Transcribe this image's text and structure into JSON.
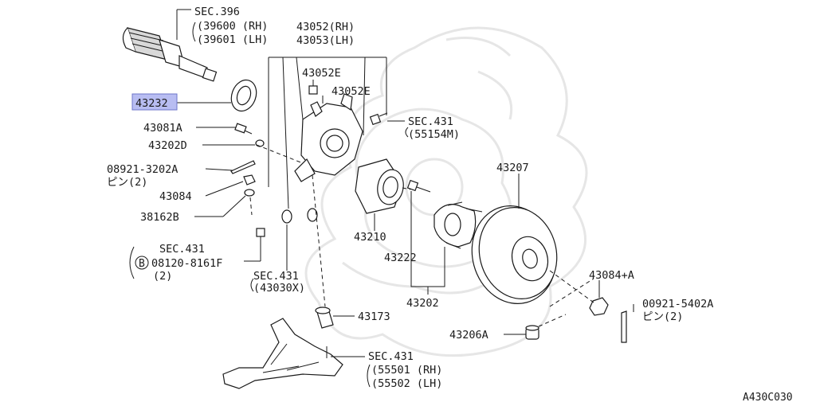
{
  "labels": {
    "sec396": "SEC.396",
    "p39600": "(39600 (RH)",
    "p39601": "(39601 (LH)",
    "p43052": "43052(RH)",
    "p43053": "43053(LH)",
    "p43052e_a": "43052E",
    "p43052e_b": "43052E",
    "p43232": "43232",
    "p43081a": "43081A",
    "p43202d": "43202D",
    "p08921": "08921-3202A",
    "pin1": "ピン(2)",
    "p43084": "43084",
    "p38162b": "38162B",
    "sec431_a": "SEC.431",
    "p55154m": "(55154M)",
    "sec431_b": "SEC.431",
    "b_marker": "B",
    "p08120": "08120-8161F",
    "qty2": "(2)",
    "sec431_c": "SEC.431",
    "p43030x": "(43030X)",
    "p43210": "43210",
    "p43222": "43222",
    "p43202": "43202",
    "p43207": "43207",
    "p43084a": "43084+A",
    "p00921": "00921-5402A",
    "pin2": "ピン(2)",
    "p43206a": "43206A",
    "p43173": "43173",
    "sec431_d": "SEC.431",
    "p55501": "(55501 (RH)",
    "p55502": "(55502 (LH)",
    "ref": "A430C030"
  },
  "highlight_color": "#b8bdf2"
}
